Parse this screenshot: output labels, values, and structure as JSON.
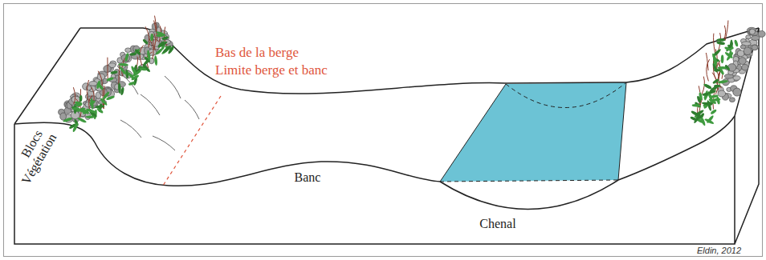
{
  "diagram": {
    "labels": [
      "Bas de la berge",
      "Limite berge et banc",
      "Blocs",
      "Végétation",
      "Banc",
      "Chenal",
      "Eldin, 2012"
    ]
  }
}
